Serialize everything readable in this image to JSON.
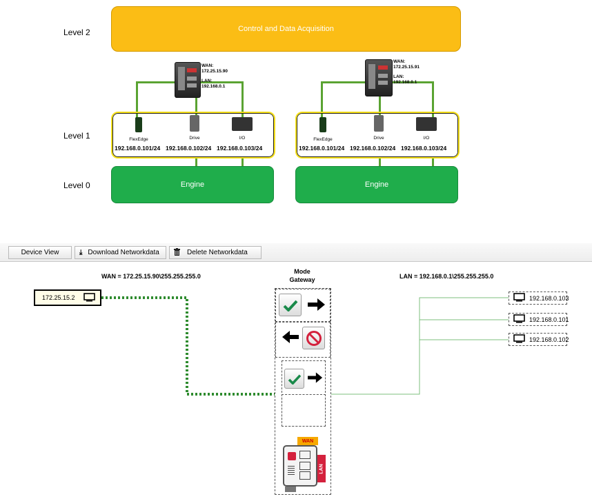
{
  "levels": {
    "level2": "Level 2",
    "level1": "Level 1",
    "level0": "Level 0"
  },
  "top_box": "Control and Data Acquisition",
  "gateways": [
    {
      "wan_label": "WAN:",
      "wan_ip": "172.25.15.90",
      "lan_label": "LAN:",
      "lan_ip": "192.168.0.1"
    },
    {
      "wan_label": "WAN:",
      "wan_ip": "172.25.15.91",
      "lan_label": "LAN:",
      "lan_ip": "192.168.0.1"
    }
  ],
  "device_groups": [
    {
      "devices": [
        {
          "name": "FlexEdge",
          "ip": "192.168.0.101/24"
        },
        {
          "name": "Drive",
          "ip": "192.168.0.102/24"
        },
        {
          "name": "I/O",
          "ip": "192.168.0.103/24"
        }
      ],
      "engine": "Engine"
    },
    {
      "devices": [
        {
          "name": "FlexEdge",
          "ip": "192.168.0.101/24"
        },
        {
          "name": "Drive",
          "ip": "192.168.0.102/24"
        },
        {
          "name": "I/O",
          "ip": "192.168.0.103/24"
        }
      ],
      "engine": "Engine"
    }
  ],
  "toolbar": {
    "device_view": "Device View",
    "download": "Download Networkdata",
    "delete": "Delete Networkdata"
  },
  "network": {
    "wan_header": "WAN = 172.25.15.90\\255.255.255.0",
    "lan_header": "LAN = 192.168.0.1\\255.255.255.0",
    "mode_header_1": "Mode",
    "mode_header_2": "Gateway",
    "wan_node": "172.25.15.2",
    "lan_nodes": [
      "192.168.0.103",
      "192.168.0.101",
      "192.168.0.102"
    ],
    "device_wan_tag": "WAN",
    "device_lan_tag": "LAN"
  },
  "colors": {
    "orange": "#fbbd15",
    "green": "#1fad4b",
    "wire": "#5aa332",
    "dotted": "#2e8b2e",
    "yellow_frame": "#f7e11a"
  }
}
